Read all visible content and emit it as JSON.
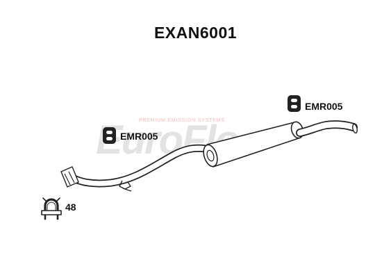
{
  "title": "EXAN6001",
  "watermark": {
    "logo_text": "EuroFlo",
    "tagline": "PREMIUM EMISSION SYSTEMS"
  },
  "parts": [
    {
      "code": "EMR005",
      "icon": "rubber-hanger-icon"
    },
    {
      "code": "EMR005",
      "icon": "rubber-hanger-icon"
    },
    {
      "code": "48",
      "icon": "u-bolt-clamp-icon"
    }
  ],
  "colors": {
    "outline": "#222222",
    "fill": "#ffffff",
    "watermark_grey": "#e3e3e3",
    "watermark_red": "#f4b9b9"
  }
}
